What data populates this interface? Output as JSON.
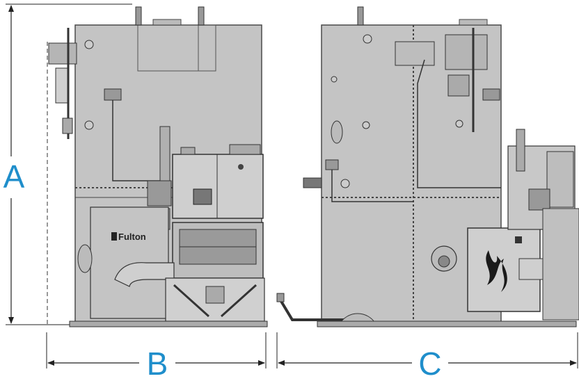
{
  "dimensions": {
    "a_label": "A",
    "b_label": "B",
    "c_label": "C"
  },
  "brand": {
    "logo_text": "Fulton"
  },
  "colors": {
    "dimension_accent": "#1f8ecb",
    "cabinet_fill": "#c4c4c4",
    "cabinet_stroke": "#4a4a4a",
    "line": "#222222"
  },
  "views": [
    "left-side-view",
    "right-side-view"
  ]
}
